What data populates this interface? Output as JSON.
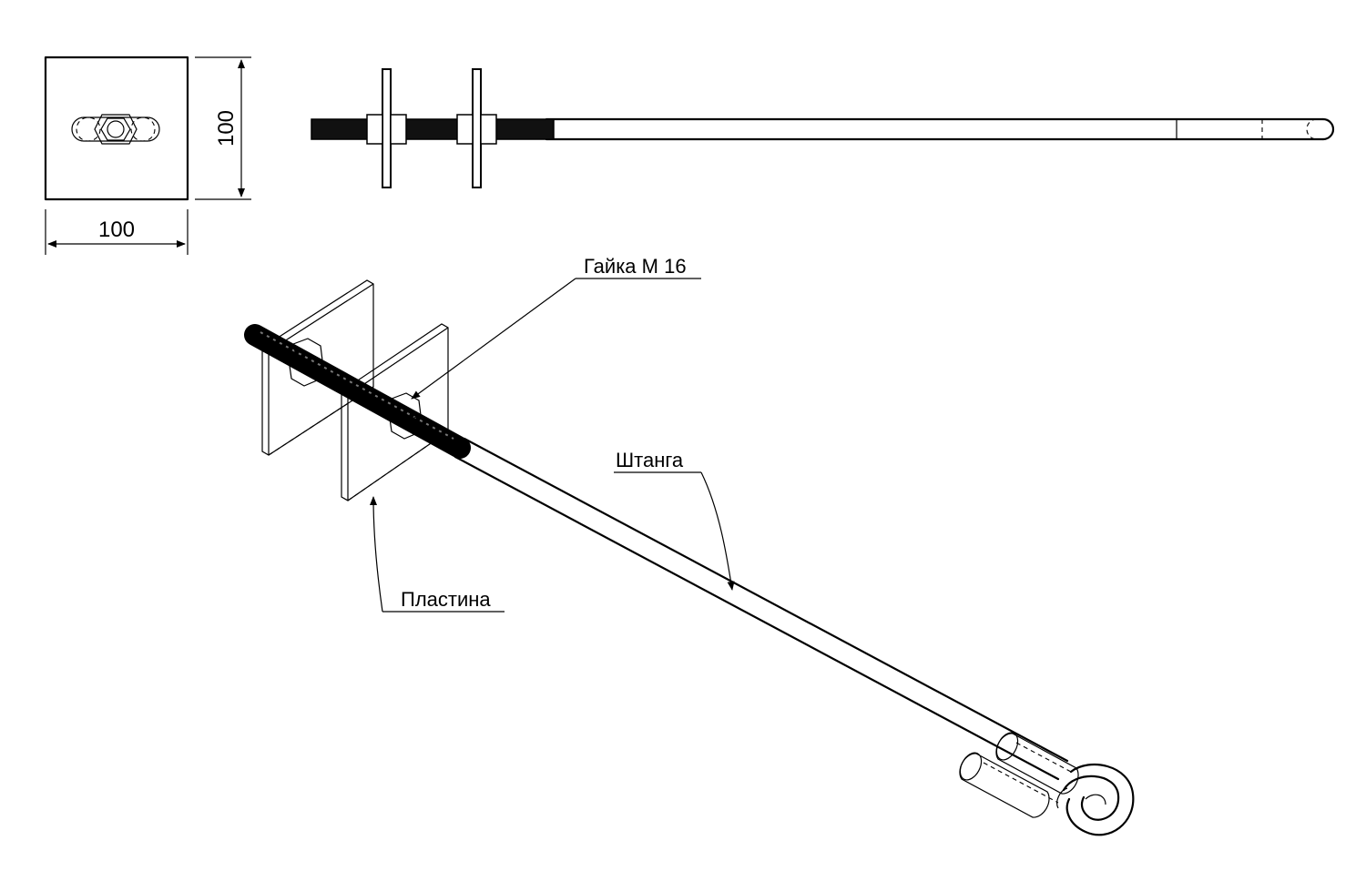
{
  "dimensions": {
    "width_label": "100",
    "height_label": "100"
  },
  "labels": {
    "nut": "Гайка М 16",
    "rod": "Штанга",
    "plate": "Пластина"
  }
}
